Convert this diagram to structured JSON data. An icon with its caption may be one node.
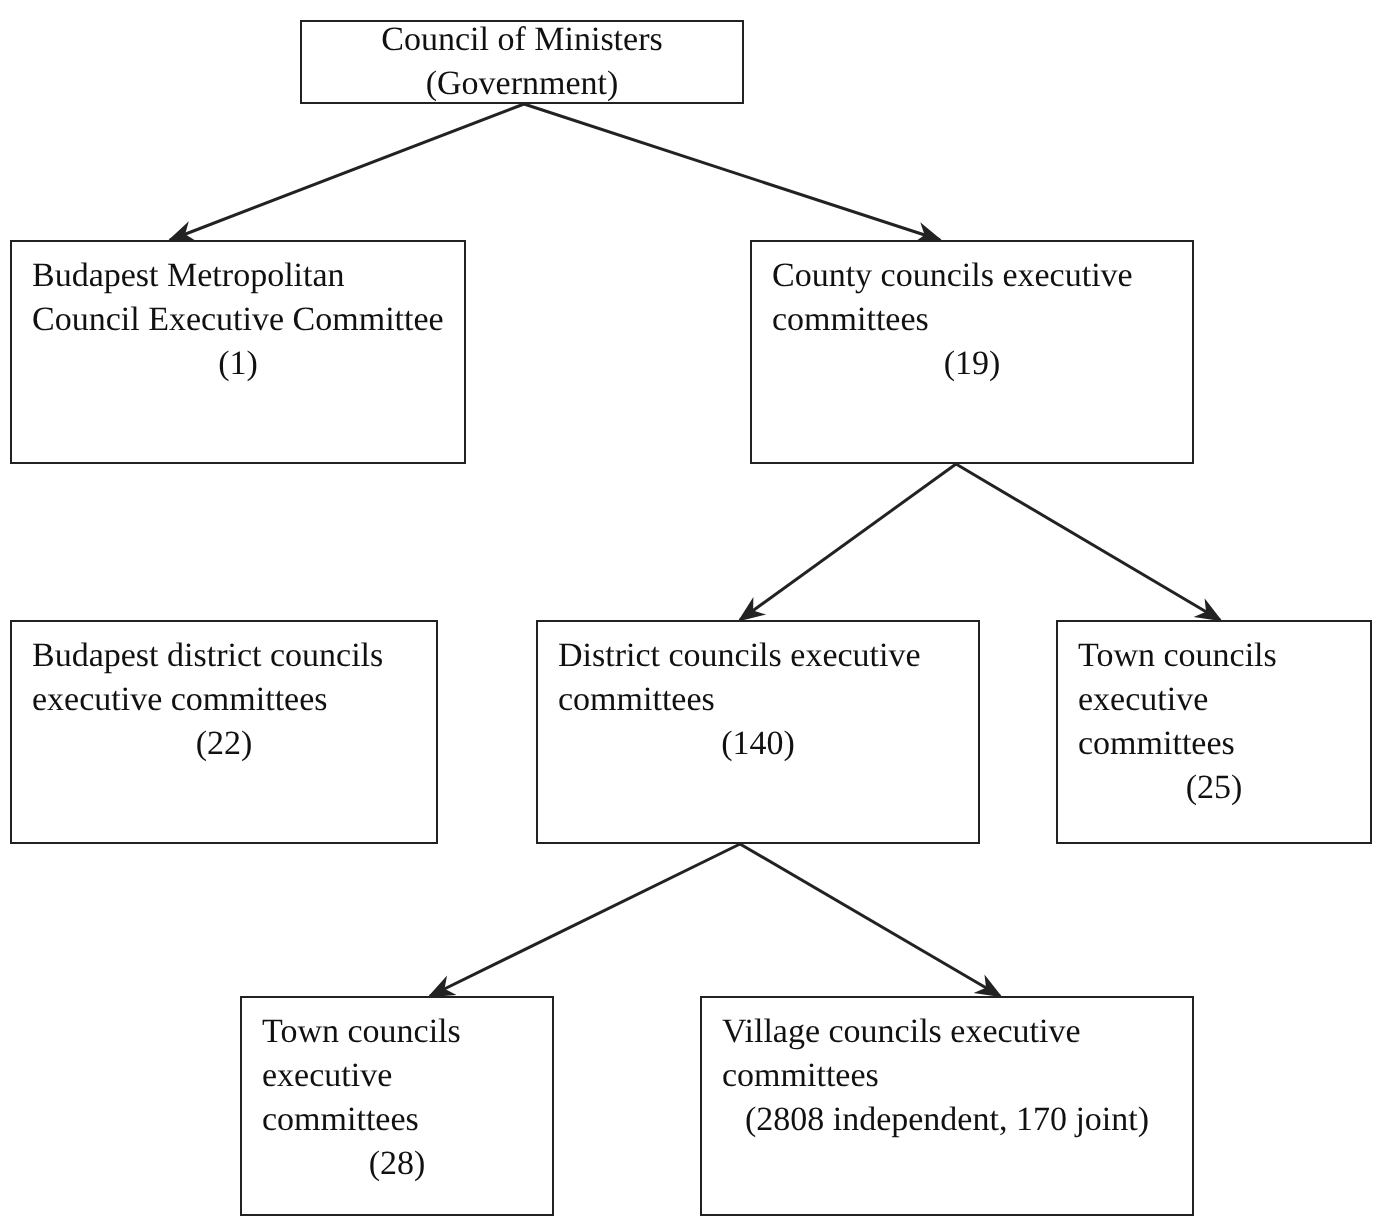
{
  "diagram": {
    "nodes": [
      {
        "text": [
          "Council of Ministers (Government)"
        ]
      },
      {
        "text": [
          "Budapest Metropolitan Council Executive Committee",
          "(1)"
        ]
      },
      {
        "text": [
          "County councils executive committees",
          "(19)"
        ]
      },
      {
        "text": [
          "Budapest district councils executive committees",
          "(22)"
        ]
      },
      {
        "text": [
          "District councils executive committees",
          "(140)"
        ]
      },
      {
        "text": [
          "Town councils executive committees",
          "(25)"
        ]
      },
      {
        "text": [
          "Town councils executive committees",
          "(28)"
        ]
      },
      {
        "text": [
          "Village councils executive committees",
          "(2808 independent, 170 joint)"
        ]
      }
    ],
    "edges": [
      {
        "from": 0,
        "to": 1,
        "arrow": "to"
      },
      {
        "from": 0,
        "to": 2,
        "arrow": "to"
      },
      {
        "from": 2,
        "to": 4,
        "arrow": "to"
      },
      {
        "from": 2,
        "to": 5,
        "arrow": "to"
      },
      {
        "from": 4,
        "to": 6,
        "arrow": "to"
      },
      {
        "from": 4,
        "to": 7,
        "arrow": "to"
      }
    ]
  }
}
